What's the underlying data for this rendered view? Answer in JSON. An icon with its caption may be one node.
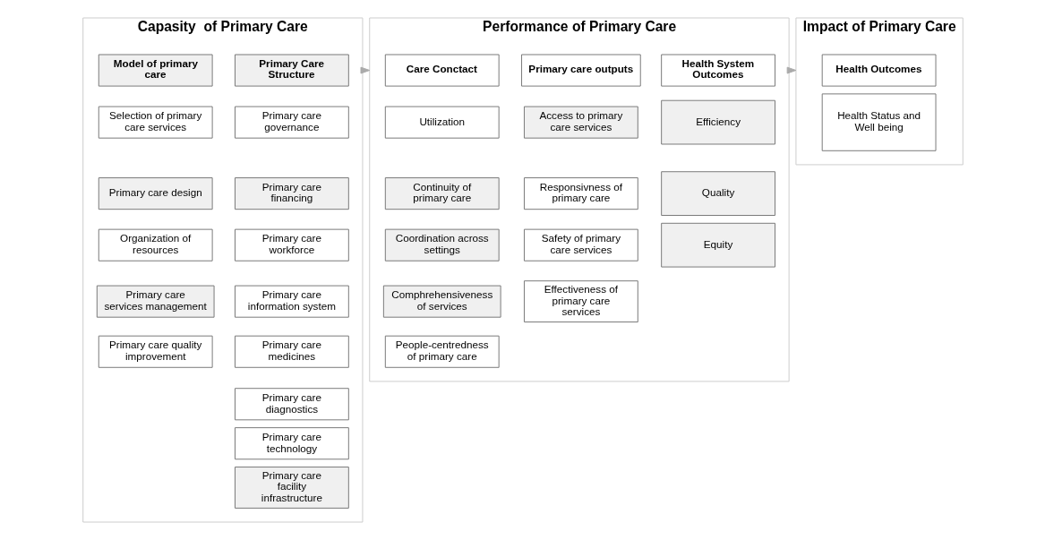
{
  "diagram": {
    "nodes": [
      {
        "text": [
          "Capasity  of Primary Care"
        ]
      },
      {
        "text": [
          "Model of primary care"
        ],
        "in": 0
      },
      {
        "text": [
          "Primary Care Structure"
        ],
        "in": 0
      },
      {
        "text": [
          "Selection of primary care services"
        ],
        "in": 0
      },
      {
        "text": [
          "Primary care design"
        ],
        "in": 0
      },
      {
        "text": [
          "Organization of resources"
        ],
        "in": 0
      },
      {
        "text": [
          "Primary care services management"
        ],
        "in": 0
      },
      {
        "text": [
          "Primary care quality improvement"
        ],
        "in": 0
      },
      {
        "text": [
          "Primary care governance"
        ],
        "in": 0
      },
      {
        "text": [
          "Primary care financing"
        ],
        "in": 0
      },
      {
        "text": [
          "Primary care workforce"
        ],
        "in": 0
      },
      {
        "text": [
          "Primary care information system"
        ],
        "in": 0
      },
      {
        "text": [
          "Primary care medicines"
        ],
        "in": 0
      },
      {
        "text": [
          "Primary care diagnostics"
        ],
        "in": 0
      },
      {
        "text": [
          "Primary care technology"
        ],
        "in": 0
      },
      {
        "text": [
          "Primary care facility infrastructure"
        ],
        "in": 0
      },
      {
        "text": [
          "Performance of Primary Care"
        ]
      },
      {
        "text": [
          "Care Conctact"
        ],
        "in": 16
      },
      {
        "text": [
          "Primary care outputs"
        ],
        "in": 16
      },
      {
        "text": [
          "Health System Outcomes"
        ],
        "in": 16
      },
      {
        "text": [
          "Utilization"
        ],
        "in": 16
      },
      {
        "text": [
          "Continuity of primary care"
        ],
        "in": 16
      },
      {
        "text": [
          "Coordination across settings"
        ],
        "in": 16
      },
      {
        "text": [
          "Comphrehensiveness of services"
        ],
        "in": 16
      },
      {
        "text": [
          "People-centredness of primary care"
        ],
        "in": 16
      },
      {
        "text": [
          "Access to primary care services"
        ],
        "in": 16
      },
      {
        "text": [
          "Responsivness of primary care"
        ],
        "in": 16
      },
      {
        "text": [
          "Safety of primary care services"
        ],
        "in": 16
      },
      {
        "text": [
          "Effectiveness of primary care services"
        ],
        "in": 16
      },
      {
        "text": [
          "Efficiency"
        ],
        "in": 16
      },
      {
        "text": [
          "Quality"
        ],
        "in": 16
      },
      {
        "text": [
          "Equity"
        ],
        "in": 16
      },
      {
        "text": [
          "Impact of Primary Care"
        ]
      },
      {
        "text": [
          "Health Outcomes"
        ],
        "in": 32
      },
      {
        "text": [
          "Health Status and Well being"
        ],
        "in": 32
      }
    ],
    "edges": [
      {
        "from": 0,
        "to": 16,
        "arrow": "to"
      },
      {
        "from": 16,
        "to": 32,
        "arrow": "to"
      }
    ]
  }
}
